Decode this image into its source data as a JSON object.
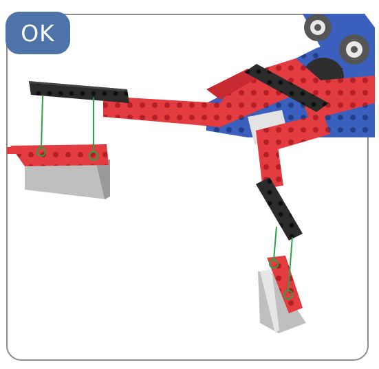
{
  "status_badge": {
    "label": "OK",
    "color": "#4e73a9"
  },
  "illustration": {
    "description_icons": [
      "robot-assembly",
      "red-beams",
      "black-beams",
      "blue-chassis",
      "grey-weights",
      "green-connector-lines"
    ],
    "colors": {
      "red_beam": "#e03a3e",
      "black_beam": "#2a2a2a",
      "blue_chassis": "#3257b0",
      "weight_block": "#cfcfcf",
      "connector": "#2aa248"
    }
  }
}
